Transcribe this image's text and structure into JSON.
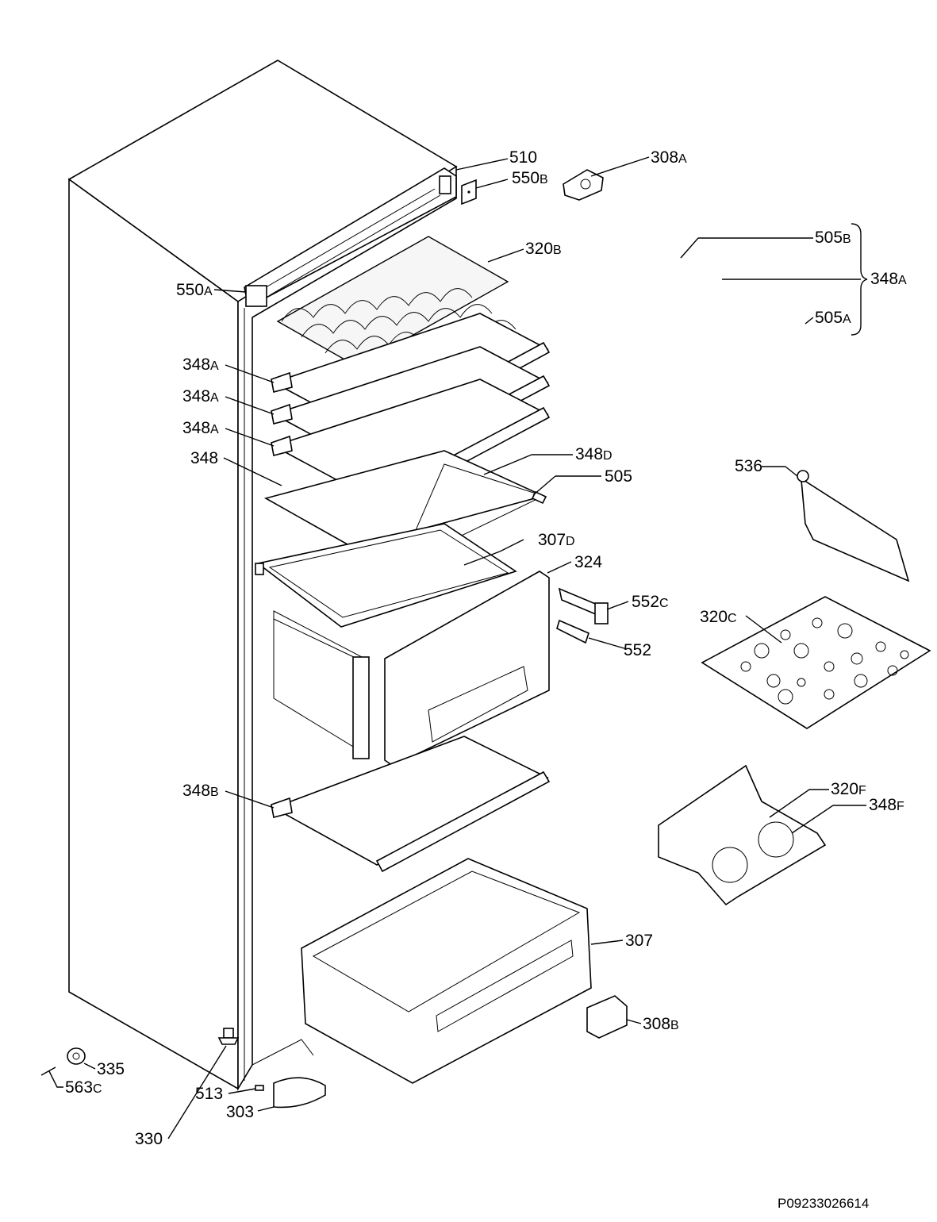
{
  "drawing_code": "P09233026614",
  "callouts": [
    {
      "id": "510",
      "main": "510",
      "suffix": ""
    },
    {
      "id": "550B",
      "main": "550",
      "suffix": "B"
    },
    {
      "id": "308A",
      "main": "308",
      "suffix": "A"
    },
    {
      "id": "320B",
      "main": "320",
      "suffix": "B"
    },
    {
      "id": "550A",
      "main": "550",
      "suffix": "A"
    },
    {
      "id": "505B",
      "main": "505",
      "suffix": "B"
    },
    {
      "id": "348A-group",
      "main": "348",
      "suffix": "A"
    },
    {
      "id": "505A",
      "main": "505",
      "suffix": "A"
    },
    {
      "id": "348A-1",
      "main": "348",
      "suffix": "A"
    },
    {
      "id": "348A-2",
      "main": "348",
      "suffix": "A"
    },
    {
      "id": "348A-3",
      "main": "348",
      "suffix": "A"
    },
    {
      "id": "348",
      "main": "348",
      "suffix": ""
    },
    {
      "id": "348D",
      "main": "348",
      "suffix": "D"
    },
    {
      "id": "505",
      "main": "505",
      "suffix": ""
    },
    {
      "id": "536",
      "main": "536",
      "suffix": ""
    },
    {
      "id": "307D",
      "main": "307",
      "suffix": "D"
    },
    {
      "id": "324",
      "main": "324",
      "suffix": ""
    },
    {
      "id": "552C",
      "main": "552",
      "suffix": "C"
    },
    {
      "id": "320C",
      "main": "320",
      "suffix": "C"
    },
    {
      "id": "552",
      "main": "552",
      "suffix": ""
    },
    {
      "id": "348B",
      "main": "348",
      "suffix": "B"
    },
    {
      "id": "320F",
      "main": "320",
      "suffix": "F"
    },
    {
      "id": "348F",
      "main": "348",
      "suffix": "F"
    },
    {
      "id": "307",
      "main": "307",
      "suffix": ""
    },
    {
      "id": "308B",
      "main": "308",
      "suffix": "B"
    },
    {
      "id": "335",
      "main": "335",
      "suffix": ""
    },
    {
      "id": "563C",
      "main": "563",
      "suffix": "C"
    },
    {
      "id": "513",
      "main": "513",
      "suffix": ""
    },
    {
      "id": "303",
      "main": "303",
      "suffix": ""
    },
    {
      "id": "330",
      "main": "330",
      "suffix": ""
    }
  ]
}
